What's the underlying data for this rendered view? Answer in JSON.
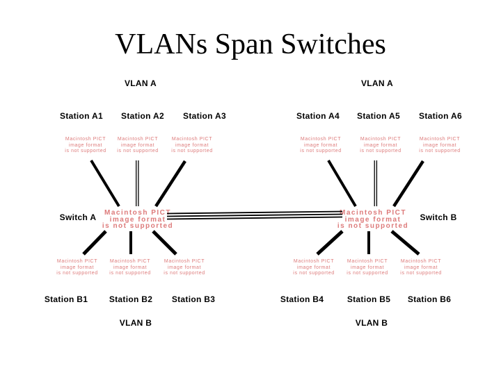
{
  "title": "VLANs Span Switches",
  "colors": {
    "background": "#ffffff",
    "text": "#000000",
    "pict_red": "#dd7a7a"
  },
  "pict_placeholder_text": "Macintosh PICT\nimage format\nis not supported",
  "vlan_labels": {
    "top_left": "VLAN A",
    "top_right": "VLAN A",
    "bottom_left": "VLAN B",
    "bottom_right": "VLAN B"
  },
  "switch_labels": {
    "left": "Switch A",
    "right": "Switch B"
  },
  "stations": {
    "top": [
      "Station A1",
      "Station A2",
      "Station A3",
      "Station A4",
      "Station A5",
      "Station A6"
    ],
    "bottom": [
      "Station B1",
      "Station B2",
      "Station B3",
      "Station B4",
      "Station B5",
      "Station B6"
    ]
  }
}
